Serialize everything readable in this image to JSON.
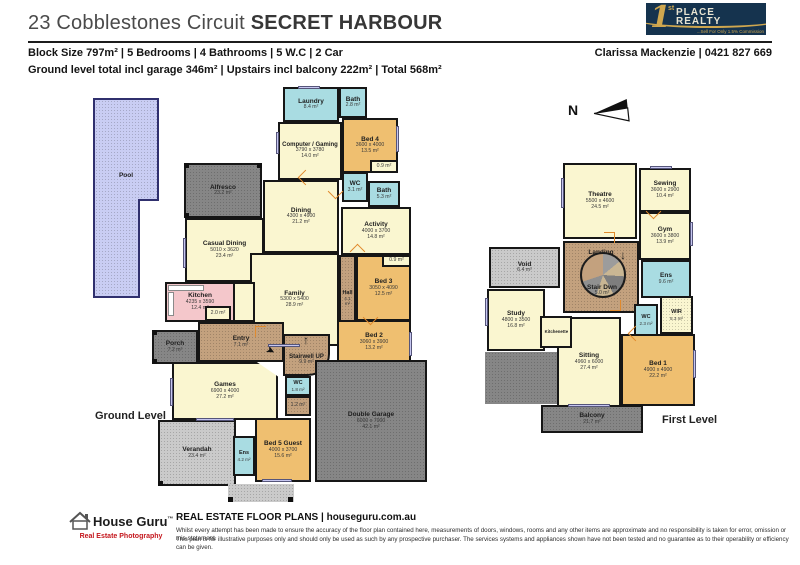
{
  "header": {
    "address": "23 Cobblestones Circuit ",
    "suburb": "SECRET HARBOUR",
    "specs": "Block Size 797m² | 5 Bedrooms | 4 Bathrooms | 5 W.C | 2 Car",
    "agent": "Clarissa Mackenzie | 0421 827 669",
    "areas": "Ground level total incl garage 346m² | Upstairs incl balcony 222m² | Total 568m²",
    "logo": {
      "number": "1",
      "ordinal": "st",
      "line1": "PLACE",
      "line2": "REALTY",
      "tagline": "...Sell For Only 1.5% Commission"
    }
  },
  "colors": {
    "brand_navy": "#15334e",
    "brand_gold": "#cfa74f",
    "accent_red": "#c4161c",
    "bedroom_orange": "#efbf70",
    "wet_area_teal": "#a9dce2",
    "living_cream": "#faf6d0",
    "kitchen_pink": "#f4c7cb",
    "pool_blue": "#c9cdf3"
  },
  "ground_level": {
    "label": "Ground Level",
    "rooms": {
      "pool": {
        "name": "Pool"
      },
      "alfresco": {
        "name": "Alfresco",
        "area": "23.2 m²"
      },
      "laundry": {
        "name": "Laundry",
        "area": "8.4 m²"
      },
      "bath_top": {
        "name": "Bath",
        "area": "2.8 m²"
      },
      "computer_gaming": {
        "name": "Computer / Gaming",
        "dims": "3790 x 3780",
        "area": "14.0 m²"
      },
      "bed4": {
        "name": "Bed 4",
        "dims": "3600 x 4000",
        "area": "13.5 m²"
      },
      "bed4_robe": {
        "area": "0.9 m²"
      },
      "wc_mid": {
        "name": "WC",
        "area": "3.1 m²"
      },
      "bath_mid": {
        "name": "Bath",
        "area": "5.3 m²"
      },
      "dining": {
        "name": "Dining",
        "dims": "4300 x 4900",
        "area": "21.2 m²"
      },
      "activity": {
        "name": "Activity",
        "dims": "4000 x 3700",
        "area": "14.8 m²"
      },
      "casual_dining": {
        "name": "Casual Dining",
        "dims": "5010 x 3620",
        "area": "23.4 m²"
      },
      "family": {
        "name": "Family",
        "dims": "5300 x 5400",
        "area": "28.9 m²"
      },
      "hall": {
        "name": "Hall",
        "area": "4.1 m²"
      },
      "bed3": {
        "name": "Bed 3",
        "dims": "3050 x 4090",
        "area": "12.5 m²"
      },
      "bed3_robe": {
        "area": "0.9 m²"
      },
      "bed2": {
        "name": "Bed 2",
        "dims": "3060 x 3900",
        "area": "13.2 m²"
      },
      "kitchen": {
        "name": "Kitchen",
        "dims": "4235 x 3590",
        "area": "12.4 m²"
      },
      "pantry": {
        "area": "2.0 m²"
      },
      "porch": {
        "name": "Porch",
        "area": "7.2 m²"
      },
      "entry": {
        "name": "Entry",
        "area": "7.1 m²"
      },
      "stairwell": {
        "name": "Stairwell UP",
        "area": "9.9 m²"
      },
      "wc_stair": {
        "name": "WC",
        "area": "1.8 m²"
      },
      "store": {
        "area": "1.2 m²"
      },
      "games": {
        "name": "Games",
        "dims": "6900 x 4000",
        "area": "27.2 m²"
      },
      "verandah": {
        "name": "Verandah",
        "area": "23.4 m²"
      },
      "ens": {
        "name": "Ens",
        "area": "4.2 m²"
      },
      "bed5": {
        "name": "Bed 5 Guest",
        "dims": "4000 x 3700",
        "area": "15.6 m²"
      },
      "garage": {
        "name": "Double Garage",
        "dims": "6000 x 7000",
        "area": "42.1 m²"
      }
    }
  },
  "first_level": {
    "label": "First Level",
    "north": "N",
    "rooms": {
      "theatre": {
        "name": "Theatre",
        "dims": "5500 x 4600",
        "area": "24.5 m²"
      },
      "sewing": {
        "name": "Sewing",
        "dims": "3600 x 2900",
        "area": "10.4 m²"
      },
      "gym": {
        "name": "Gym",
        "dims": "3600 x 3800",
        "area": "13.9 m²"
      },
      "landing": {
        "name": "Landing"
      },
      "stair_down": {
        "name": "Stair Dwn",
        "area": "5.0 m²"
      },
      "void": {
        "name": "Void",
        "area": "6.4 m²"
      },
      "ens": {
        "name": "Ens",
        "area": "9.6 m²"
      },
      "study": {
        "name": "Study",
        "dims": "4800 x 3500",
        "area": "16.8 m²"
      },
      "kitchenette": {
        "name": "Kitchenette"
      },
      "wc": {
        "name": "WC",
        "area": "2.3 m²"
      },
      "wir": {
        "name": "WIR",
        "area": "5.3 m²"
      },
      "sitting": {
        "name": "Sitting",
        "dims": "4960 x 6000",
        "area": "27.4 m²"
      },
      "bed1": {
        "name": "Bed 1",
        "dims": "4900 x 4900",
        "area": "22.2 m²"
      },
      "balcony": {
        "name": "Balcony",
        "area": "21.7 m²"
      }
    }
  },
  "footer": {
    "brand": "House Guru",
    "brand_mark": "™",
    "brand_sub": "Real Estate Photography",
    "title": "REAL ESTATE FLOOR PLANS ",
    "separator": "| ",
    "website": "houseguru.com.au",
    "disclaimer1": "Whilst every attempt has been made to ensure the accuracy of the floor plan contained here, measurements of doors, windows, rooms and any other items are approximate and no responsibility is taken for error, omission or mis-statement.",
    "disclaimer2": "This plan is for illustrative purposes only and should only be used as such by any prospective purchaser. The services systems and appliances shown have not been tested and no guarantee as to their operability or efficiency can be given."
  }
}
